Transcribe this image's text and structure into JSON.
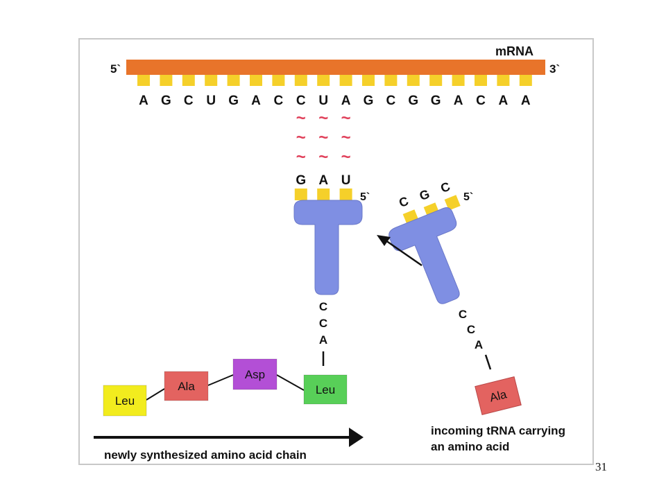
{
  "mrna": {
    "label": "mRNA",
    "five_prime": "5`",
    "three_prime": "3`",
    "bases": [
      "A",
      "G",
      "C",
      "U",
      "G",
      "A",
      "C",
      "C",
      "U",
      "A",
      "G",
      "C",
      "G",
      "G",
      "A",
      "C",
      "A",
      "A"
    ],
    "strand_color": "#e8742a",
    "base_tab_color": "#f5d02a"
  },
  "pairing_symbol": "~",
  "trna_bound": {
    "anticodon": [
      "G",
      "A",
      "U"
    ],
    "five_prime": "5`",
    "acceptor": [
      "C",
      "C",
      "A"
    ],
    "color": "#7f8fe3"
  },
  "trna_incoming": {
    "anticodon": [
      "C",
      "G",
      "C"
    ],
    "five_prime": "5`",
    "acceptor": [
      "C",
      "C",
      "A"
    ],
    "color": "#7f8fe3"
  },
  "amino_acids": [
    {
      "name": "Leu",
      "color": "#f2ec1e"
    },
    {
      "name": "Ala",
      "color": "#e36360"
    },
    {
      "name": "Asp",
      "color": "#b34fd6"
    },
    {
      "name": "Leu",
      "color": "#58cf58"
    }
  ],
  "incoming_amino_acid": {
    "name": "Ala",
    "color": "#e36360"
  },
  "captions": {
    "chain": "newly synthesized amino acid chain",
    "incoming_line1": "incoming tRNA carrying",
    "incoming_line2": "an amino acid"
  },
  "page_number": "31"
}
